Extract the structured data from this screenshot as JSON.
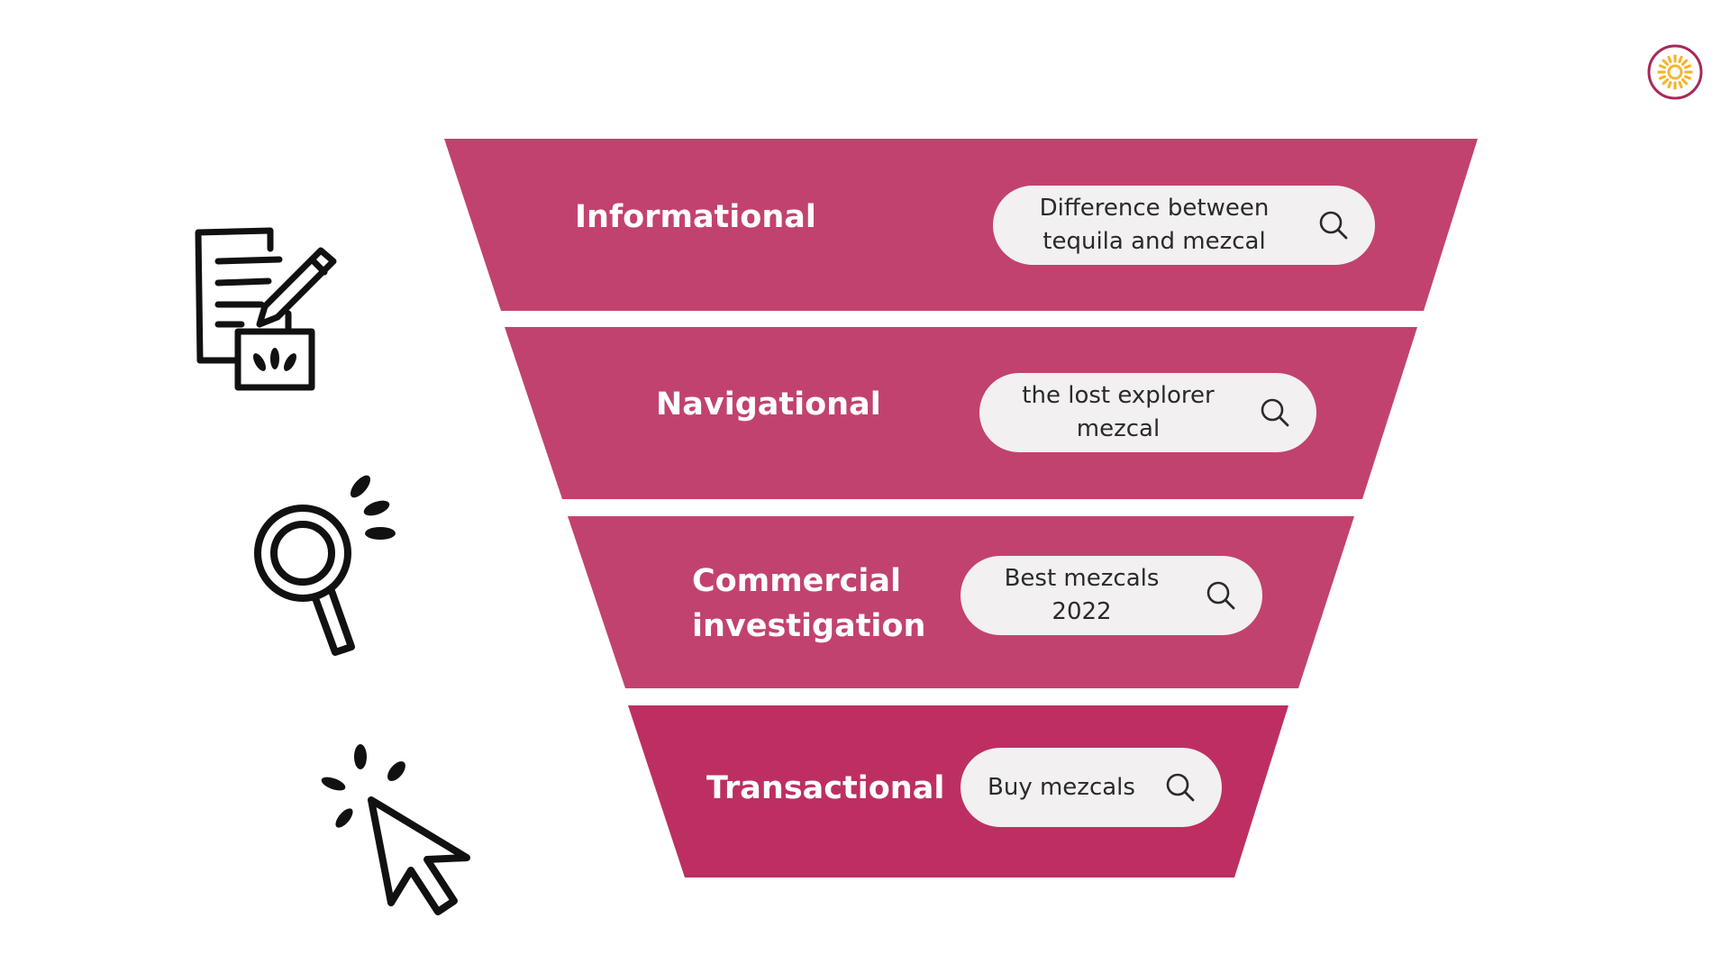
{
  "colors": {
    "stage_fill": "#c2426f",
    "stage_fill_bottom": "#bd2f62",
    "pill_fill": "#f2f0f0",
    "icon_stroke": "#111111",
    "logo_ring": "#a8285a",
    "logo_sun": "#f2b632"
  },
  "funnel": {
    "stages": [
      {
        "label_lines": [
          "Informational"
        ],
        "query_lines": [
          "Difference between",
          "tequila and mezcal"
        ],
        "icon": "document-with-pen-icon"
      },
      {
        "label_lines": [
          "Navigational"
        ],
        "query_lines": [
          "the lost explorer",
          "mezcal"
        ],
        "icon": "magnifying-glass-icon"
      },
      {
        "label_lines": [
          "Commercial",
          "investigation"
        ],
        "query_lines": [
          "Best mezcals",
          "2022"
        ],
        "icon": "cursor-click-icon"
      },
      {
        "label_lines": [
          "Transactional"
        ],
        "query_lines": [
          "Buy mezcals"
        ],
        "icon": "search-icon"
      }
    ]
  },
  "icons": {
    "search": "search-icon",
    "logo": "sun-logo-icon"
  }
}
